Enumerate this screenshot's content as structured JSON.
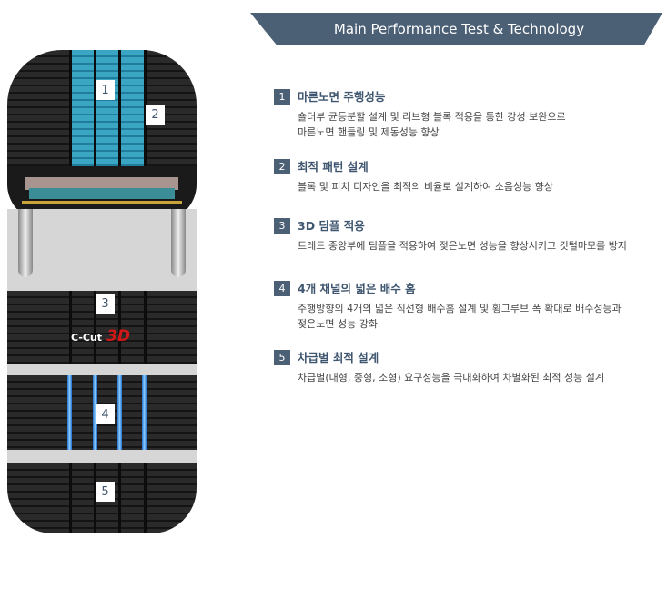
{
  "header": {
    "title": "Main Performance Test & Technology"
  },
  "tire": {
    "labels": [
      "1",
      "2",
      "3",
      "4",
      "5"
    ],
    "badge_text": "C-Cut",
    "badge_accent": "3D"
  },
  "features": [
    {
      "num": "1",
      "title": "마른노면 주행성능",
      "desc": [
        "숄더부 균등분할 설계 및 리브형 블록 적용을 통한 강성 보완으로",
        "마른노면 핸들링 및 제동성능 향상"
      ]
    },
    {
      "num": "2",
      "title": "최적 패턴 설계",
      "desc": [
        "블록 및 피치 디자인을 최적의 비율로 설계하여 소음성능 향상"
      ]
    },
    {
      "num": "3",
      "title": "3D 딤플 적용",
      "desc": [
        "트레드 중앙부에 딤플을 적용하여 젖은노면 성능을 향상시키고 깃털마모를 방지"
      ]
    },
    {
      "num": "4",
      "title": "4개 채널의 넓은 배수 홈",
      "desc": [
        "주행방향의 4개의 넓은 직선형 배수홈 설계 및 횡그루브 폭 확대로 배수성능과",
        "젖은노면 성능 강화"
      ]
    },
    {
      "num": "5",
      "title": "차급별 최적 설계",
      "desc": [
        "차급별(대형, 중형, 소형) 요구성능을 극대화하여 차별화된 최적 성능 설계"
      ]
    }
  ],
  "colors": {
    "accent": "#4b5f75",
    "title": "#3f5670"
  }
}
